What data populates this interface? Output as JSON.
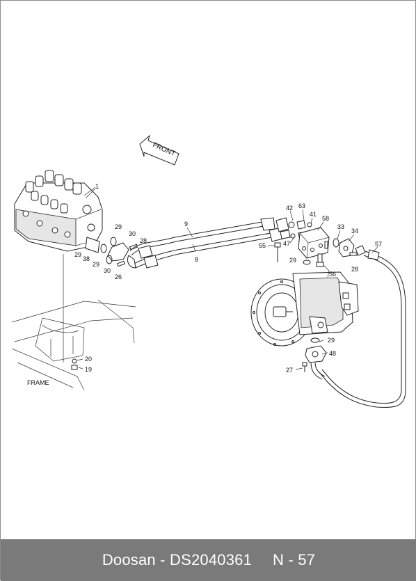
{
  "diagram": {
    "front_label": "FRONT",
    "frame_label": "FRAME",
    "callouts": {
      "c1": "1",
      "c9": "9",
      "c8": "8",
      "c29a": "29",
      "c30a": "30",
      "c28a": "28",
      "c29b": "29",
      "c38": "38",
      "c29c": "29",
      "c30b": "30",
      "c26": "26",
      "c42": "42",
      "c63": "63",
      "c41": "41",
      "c58": "58",
      "c33": "33",
      "c34": "34",
      "c57": "57",
      "c55": "55",
      "c47": "47",
      "c29d": "29",
      "c56": "56",
      "c28b": "28",
      "c29e": "29",
      "c48": "48",
      "c27": "27",
      "c20": "20",
      "c19": "19"
    }
  },
  "footer": {
    "doc_ref": "Doosan - DS2040361",
    "page_ref": "N - 57"
  }
}
